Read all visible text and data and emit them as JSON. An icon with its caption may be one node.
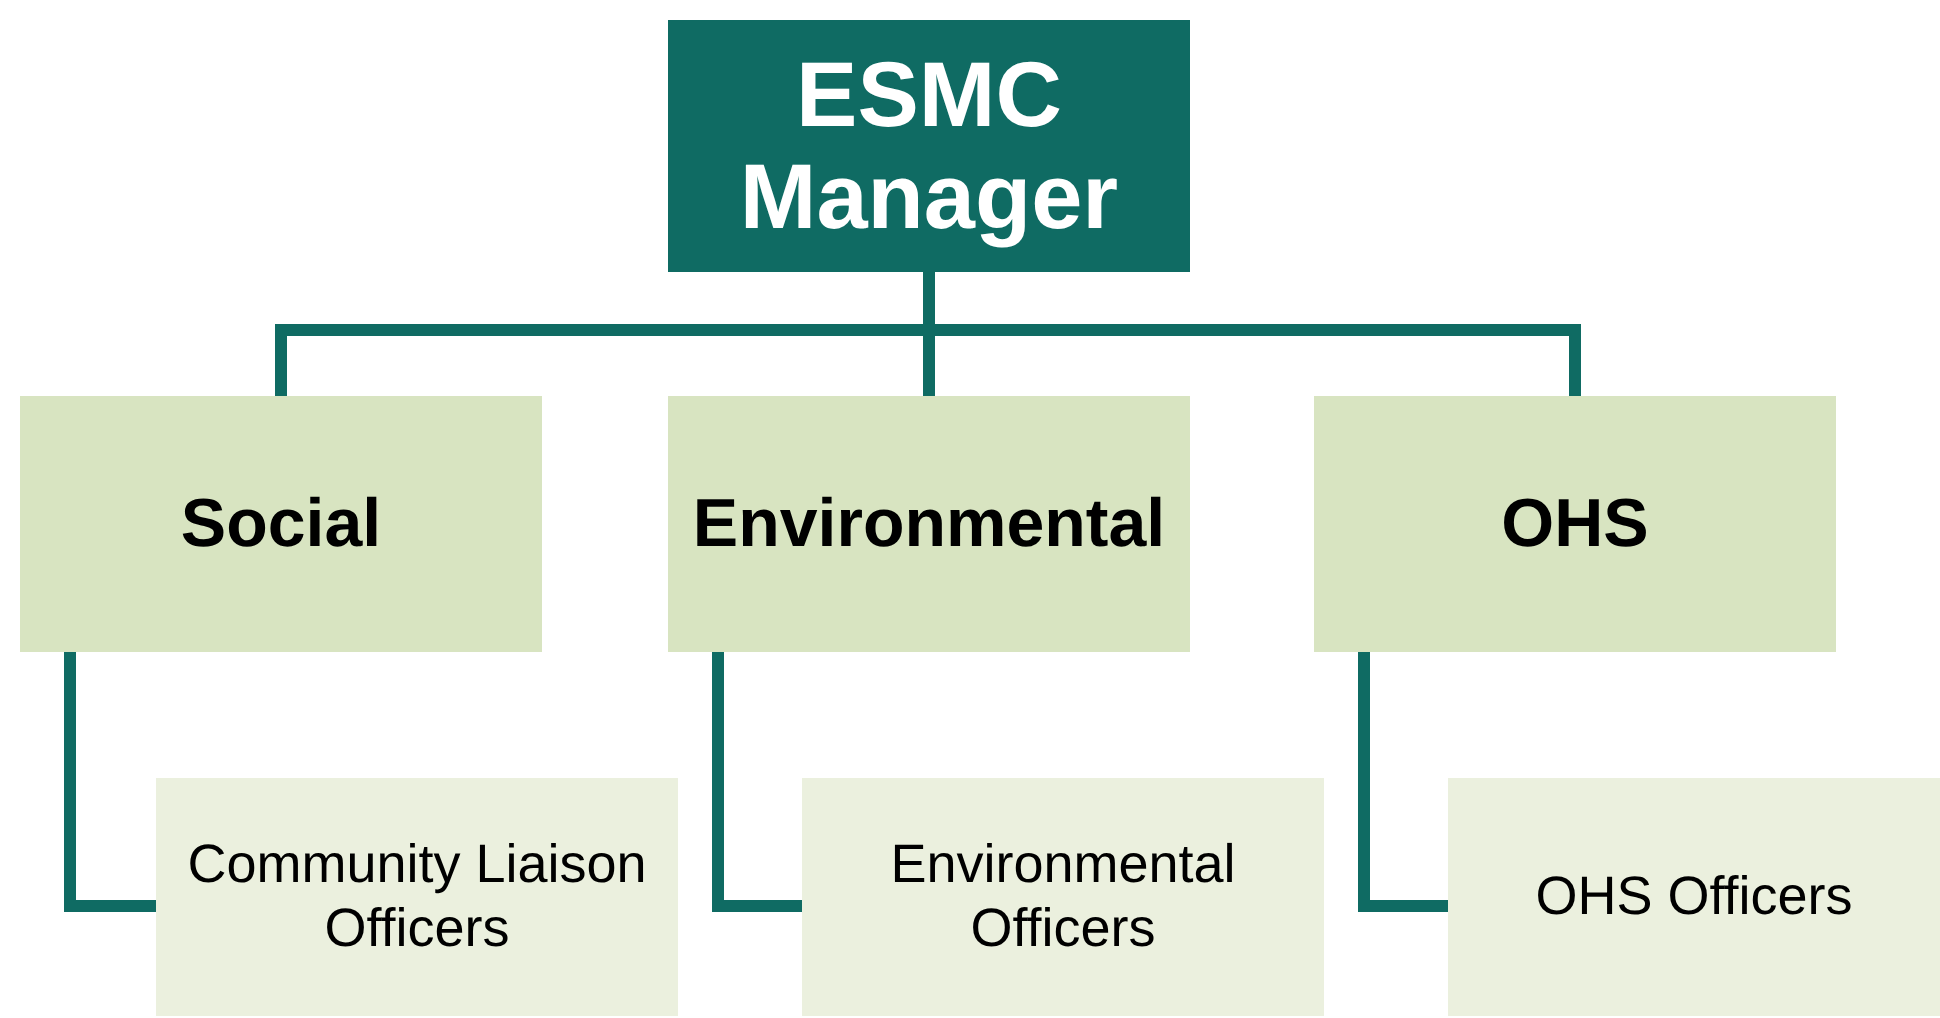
{
  "diagram": {
    "nodes": [
      {
        "text": [
          "ESMC Manager"
        ]
      },
      {
        "text": [
          "Social"
        ]
      },
      {
        "text": [
          "Environmental"
        ]
      },
      {
        "text": [
          "OHS"
        ]
      },
      {
        "text": [
          "Community Liaison Officers"
        ]
      },
      {
        "text": [
          "Environmental Officers"
        ]
      },
      {
        "text": [
          "OHS Officers"
        ]
      }
    ],
    "edges": [
      {
        "from": 0,
        "to": 1,
        "arrow": "none"
      },
      {
        "from": 0,
        "to": 2,
        "arrow": "none"
      },
      {
        "from": 0,
        "to": 3,
        "arrow": "none"
      },
      {
        "from": 1,
        "to": 4,
        "arrow": "none"
      },
      {
        "from": 2,
        "to": 5,
        "arrow": "none"
      },
      {
        "from": 3,
        "to": 6,
        "arrow": "none"
      }
    ]
  }
}
